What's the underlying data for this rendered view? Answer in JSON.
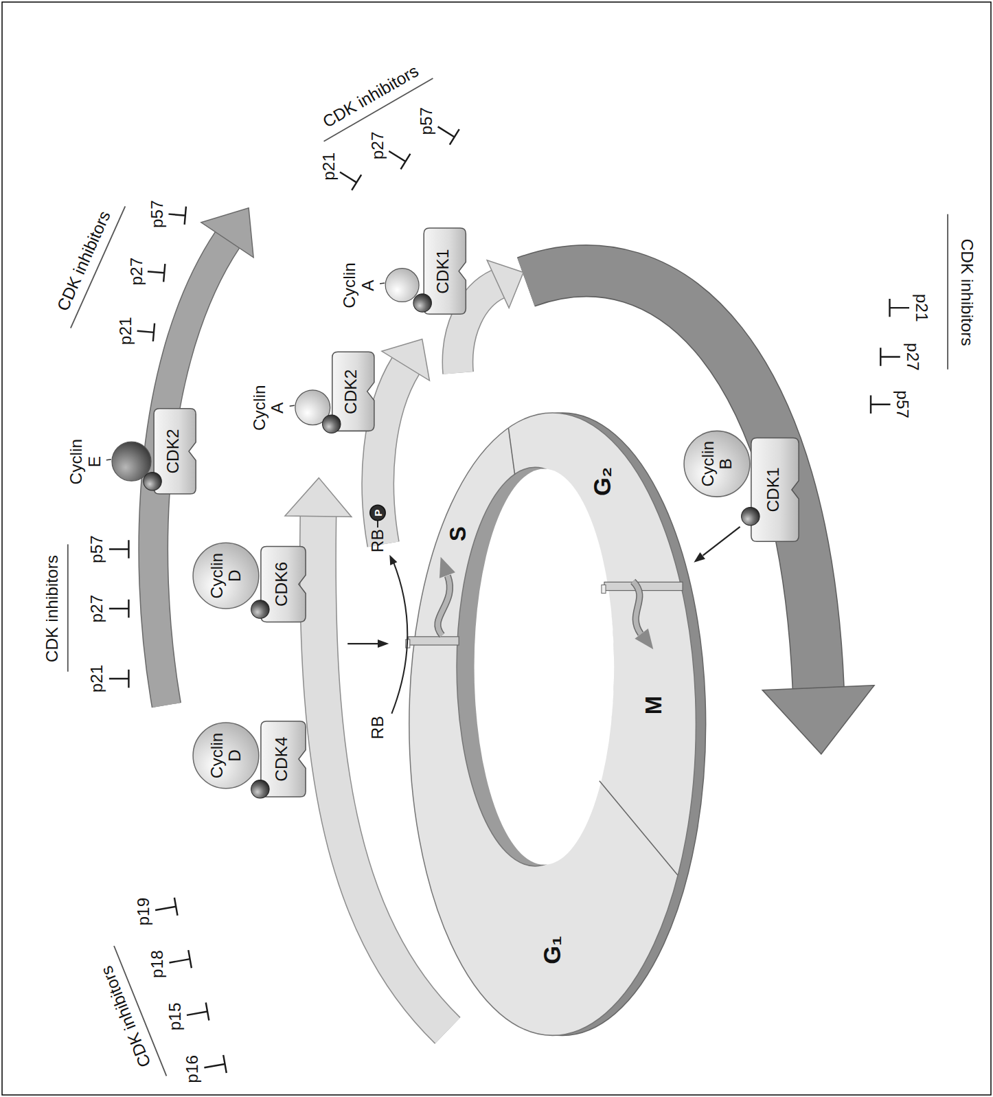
{
  "diagram": {
    "nodes": [
      {
        "text": [
          "Cyclin D"
        ]
      },
      {
        "text": [
          "CDK4"
        ]
      },
      {
        "text": [
          "Cyclin D"
        ]
      },
      {
        "text": [
          "CDK6"
        ]
      },
      {
        "text": [
          "Cyclin E"
        ]
      },
      {
        "text": [
          "CDK2"
        ]
      },
      {
        "text": [
          "Cyclin A"
        ]
      },
      {
        "text": [
          "CDK2"
        ]
      },
      {
        "text": [
          "Cyclin A"
        ]
      },
      {
        "text": [
          "CDK1"
        ]
      },
      {
        "text": [
          "Cyclin B"
        ]
      },
      {
        "text": [
          "CDK1"
        ]
      },
      {
        "text": [
          "P"
        ]
      }
    ],
    "labels": [
      "CDK inhibitors",
      "p16",
      "p15",
      "p18",
      "p19",
      "CDK inhibitors",
      "p21",
      "p27",
      "p57",
      "CDK inhibitors",
      "p21",
      "p27",
      "p57",
      "CDK inhibitors",
      "p21",
      "p27",
      "p57",
      "CDK inhibitors",
      "p21",
      "p27",
      "p57",
      "G₁",
      "S",
      "G₂",
      "M",
      "RB",
      "RB"
    ]
  }
}
